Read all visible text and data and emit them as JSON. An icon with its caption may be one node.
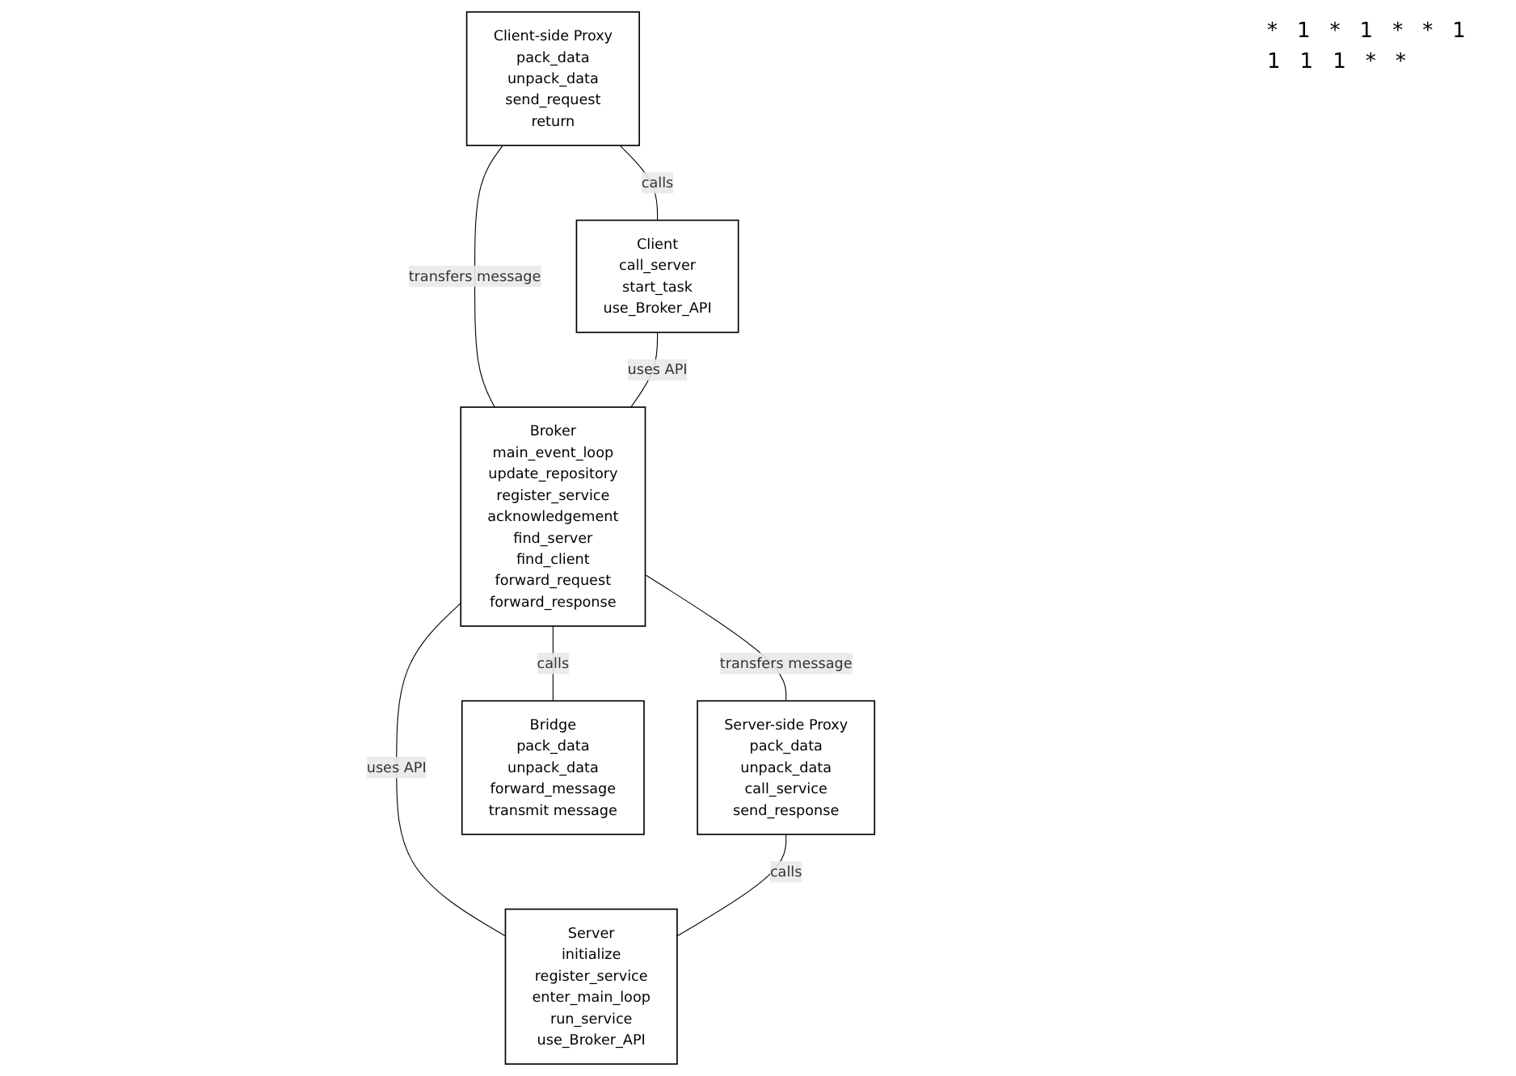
{
  "diagram": {
    "nodes": [
      {
        "text": [
          "Client-side Proxy",
          "pack_data",
          "unpack_data",
          "send_request",
          "return"
        ]
      },
      {
        "text": [
          "Broker",
          "main_event_loop",
          "update_repository",
          "register_service",
          "acknowledgement",
          "find_server",
          "find_client",
          "forward_request",
          "forward_response"
        ]
      },
      {
        "text": [
          "Server-side Proxy",
          "pack_data",
          "unpack_data",
          "call_service",
          "send_response"
        ]
      },
      {
        "text": [
          "Client",
          "call_server",
          "start_task",
          "use_Broker_API"
        ]
      },
      {
        "text": [
          "Bridge",
          "pack_data",
          "unpack_data",
          "forward_message",
          "transmit message"
        ]
      },
      {
        "text": [
          "Server",
          "initialize",
          "register_service",
          "enter_main_loop",
          "run_service",
          "use_Broker_API"
        ]
      }
    ],
    "edges": [
      {
        "from": 0,
        "to": 1,
        "arrow": "none",
        "label": "transfers message"
      },
      {
        "from": 1,
        "to": 2,
        "arrow": "none",
        "label": "transfers message"
      },
      {
        "from": 0,
        "to": 3,
        "arrow": "none",
        "label": "calls"
      },
      {
        "from": 3,
        "to": 1,
        "arrow": "none",
        "label": "uses API"
      },
      {
        "from": 1,
        "to": 4,
        "arrow": "none",
        "label": "calls"
      },
      {
        "from": 1,
        "to": 5,
        "arrow": "none",
        "label": "uses API"
      },
      {
        "from": 2,
        "to": 5,
        "arrow": "none",
        "label": "calls"
      }
    ],
    "labels": [
      "*",
      "1",
      "*",
      "1",
      "*",
      "*",
      "1",
      "1",
      "1",
      "1",
      "*",
      "*"
    ]
  }
}
